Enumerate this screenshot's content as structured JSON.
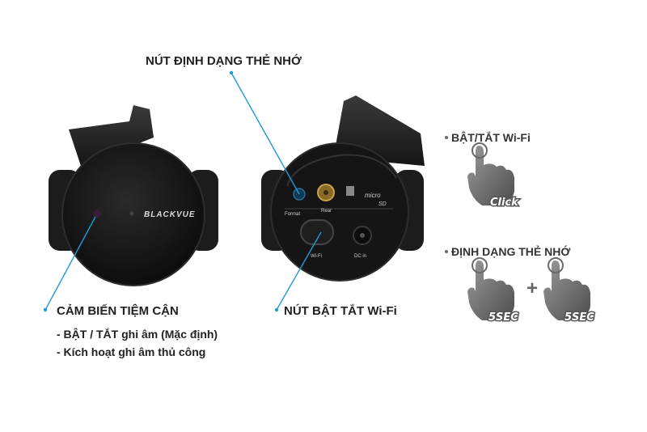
{
  "left_device": {
    "brand": "BLACKVUE",
    "sensor_callout": {
      "title": "CẢM BIẾN TIỆM CẬN",
      "items": [
        "- BẬT / TẮT ghi âm (Mặc định)",
        "- Kích hoạt ghi âm thủ công"
      ]
    }
  },
  "right_device": {
    "format_callout": "NÚT ĐỊNH DẠNG THẺ NHỚ",
    "wifi_callout": "NÚT BẬT TẮT Wi-Fi",
    "labels": {
      "format": "Format",
      "rear": "Rear",
      "wifi": "Wi-Fi",
      "dc_in": "DC in",
      "micro": "micro",
      "sd": "SD"
    }
  },
  "instructions": {
    "wifi_toggle": {
      "title": "BẬT/TẮT Wi-Fi",
      "action": "Click"
    },
    "format_card": {
      "title": "ĐỊNH DẠNG THẺ NHỚ",
      "left_action": "5SEC",
      "plus": "+",
      "right_action": "5SEC"
    }
  },
  "colors": {
    "callout_line": "#1f9ad6",
    "device_body": "#141414",
    "bullet": "#666666"
  }
}
